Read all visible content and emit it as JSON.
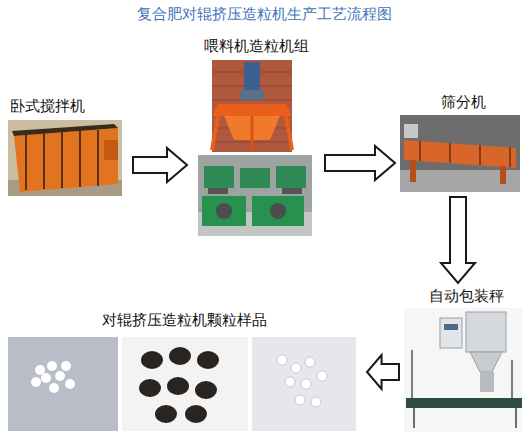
{
  "diagram": {
    "title": "复合肥对辊挤压造粒机生产工艺流程图",
    "nodes": [
      {
        "text": [
          "卧式搅拌机"
        ]
      },
      {
        "text": [
          "喂料机造粒机组"
        ]
      },
      {
        "text": [
          "筛分机"
        ]
      },
      {
        "text": [
          "自动包装秤"
        ]
      },
      {
        "text": [
          "对辊挤压造粒机颗粒样品"
        ]
      }
    ],
    "edges": [
      {
        "from": 0,
        "to": 1,
        "arrow": "to"
      },
      {
        "from": 1,
        "to": 2,
        "arrow": "to"
      },
      {
        "from": 2,
        "to": 3,
        "arrow": "to"
      },
      {
        "from": 3,
        "to": 4,
        "arrow": "to"
      }
    ]
  }
}
